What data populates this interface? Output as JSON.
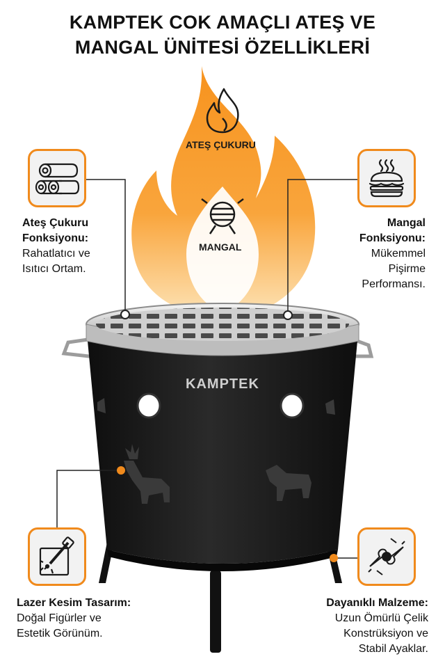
{
  "header": {
    "title_line1": "KAMPTEK COK AMAÇLI ATEŞ VE",
    "title_line2": "MANGAL ÜNİTESİ ÖZELLİKLERİ"
  },
  "flame": {
    "label_fire": "ATEŞ ÇUKURU",
    "label_grill": "MANGAL"
  },
  "product": {
    "brand": "KAMPTEK"
  },
  "features": {
    "fire_pit": {
      "icon": "firewood-logs-icon",
      "head1": "Ateş Çukuru",
      "head2": "Fonksiyonu:",
      "desc1": "Rahatlatıcı ve",
      "desc2": "Isıtıcı Ortam."
    },
    "grill": {
      "icon": "burger-icon",
      "head1": "Mangal",
      "head2": "Fonksiyonu:",
      "desc1": "Mükemmel",
      "desc2": "Pişirme",
      "desc3": "Performansı."
    },
    "laser": {
      "icon": "laser-cutter-icon",
      "head1": "Lazer Kesim Tasarım:",
      "desc1": "Doğal Figürler ve",
      "desc2": "Estetik Görünüm."
    },
    "durable": {
      "icon": "joint-bone-icon",
      "head1": "Dayanıklı Malzeme:",
      "desc1": "Uzun Ömürlü Çelik",
      "desc2": "Konstrüksiyon ve",
      "desc3": "Stabil Ayaklar."
    }
  },
  "colors": {
    "accent": "#f08a1c",
    "flame_light": "#fcb45c",
    "body_black": "#1b1b1b"
  }
}
